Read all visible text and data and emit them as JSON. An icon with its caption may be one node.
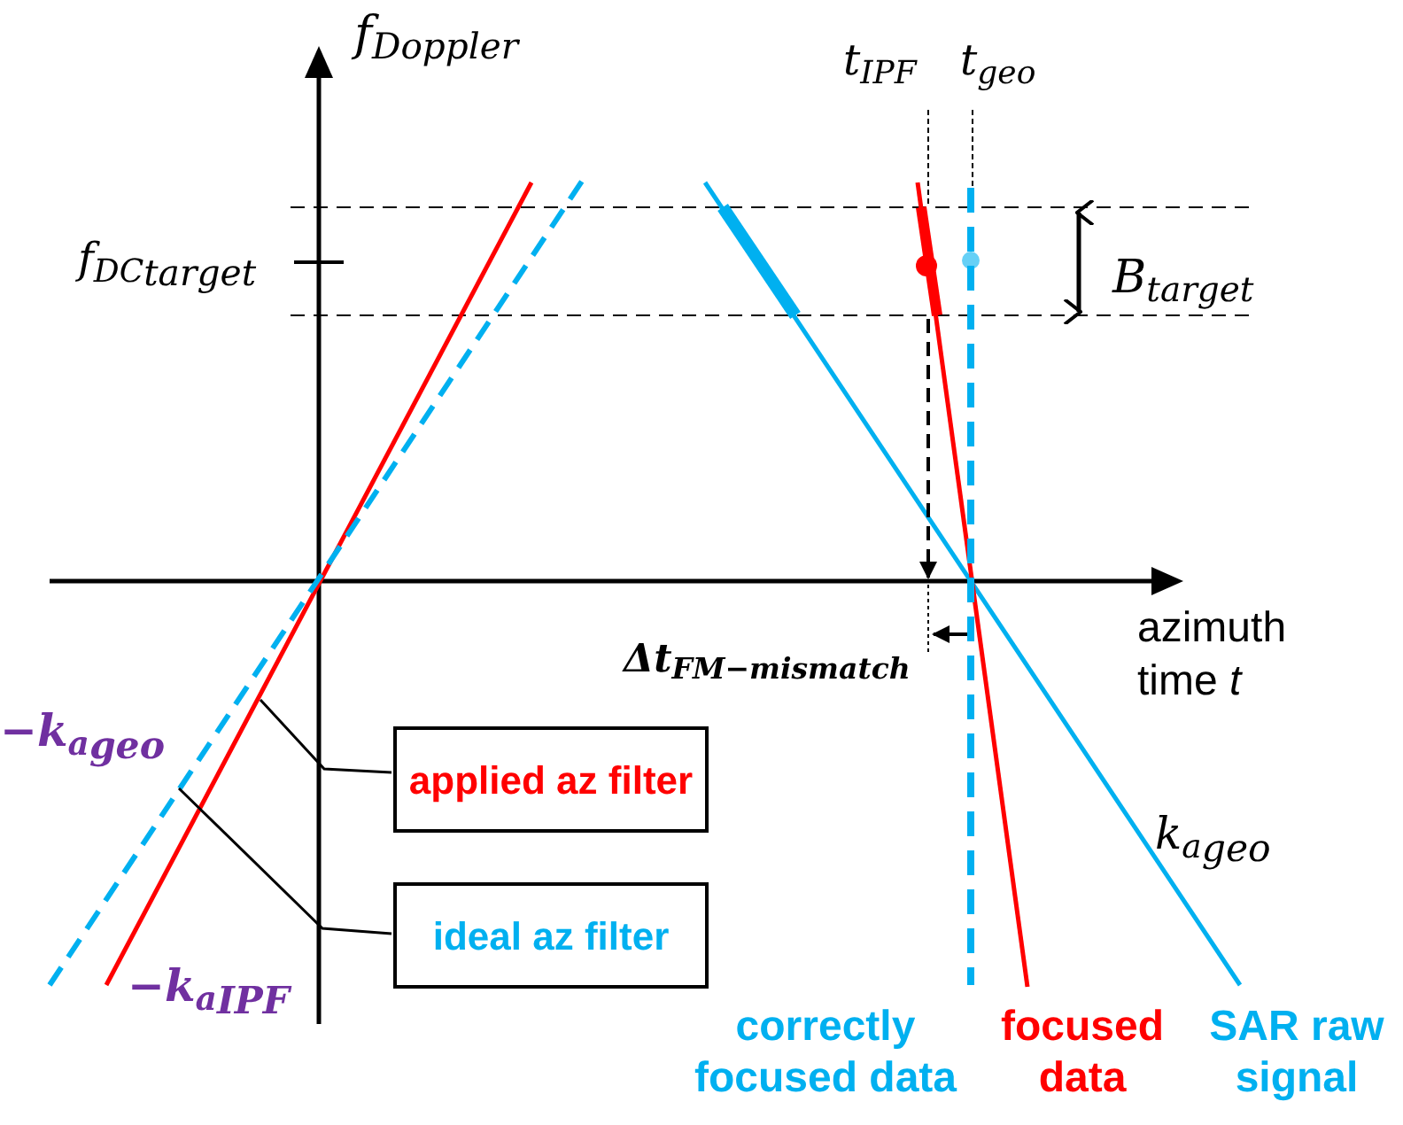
{
  "diagram": {
    "nodes": [
      {
        "text": [
          "applied az filter"
        ]
      },
      {
        "text": [
          "ideal az filter"
        ]
      }
    ],
    "edges": [
      {
        "from": 0,
        "to": null,
        "arrow": "none"
      },
      {
        "from": 1,
        "to": null,
        "arrow": "none"
      }
    ],
    "labels": [
      "f$_{Doppler}$",
      "t$_{IPF}$",
      "t$_{geo}$",
      "f$_{DC}$$_{target}$",
      "B$_{target}$",
      "Δt$_{FM−mismatch}$",
      "azimuth time *t*",
      "−k$_{a}$$_{geo}$",
      "k$_{a}$$_{geo}$",
      "−k$_{a}$$_{IPF}$",
      "correctly focused data",
      "focused data",
      "SAR raw signal"
    ]
  }
}
